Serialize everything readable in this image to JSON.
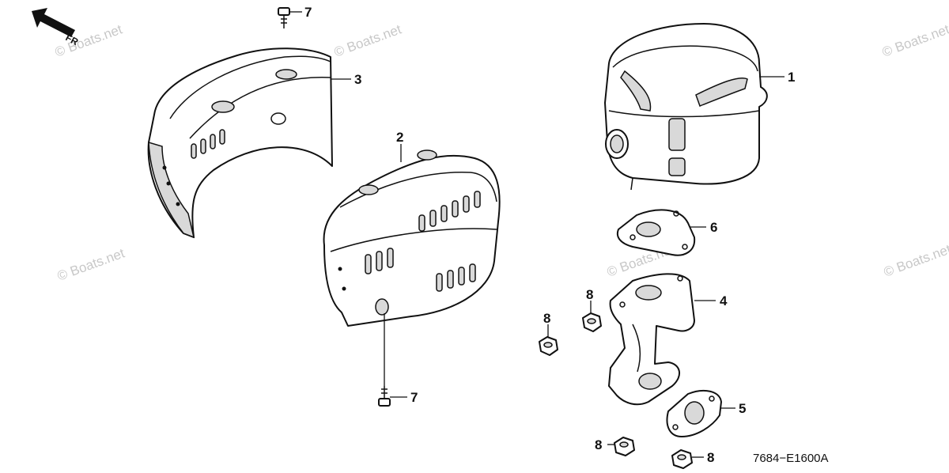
{
  "watermark": "© Boats.net",
  "direction_label": "FR",
  "diagram_code": "7684−E1600A",
  "callouts": {
    "muffler": "1",
    "muffler_protector": "2",
    "heat_shield": "3",
    "exhaust_pipe": "4",
    "gasket_lower": "5",
    "gasket_upper": "6",
    "bolt_top": "7",
    "bolt_bottom": "7",
    "nut_a": "8",
    "nut_b": "8",
    "nut_c": "8",
    "nut_d": "8"
  }
}
